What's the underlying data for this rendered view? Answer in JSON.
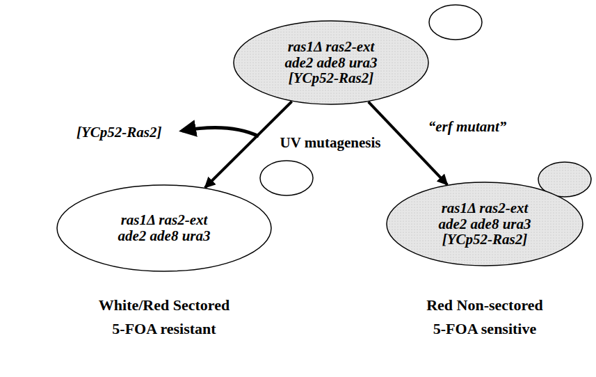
{
  "diagram": {
    "nodes": [
      {
        "text": [
          "ras1Δ ras2-ext",
          "ade2 ade8 ura3",
          "[YCp52-Ras2]"
        ]
      },
      {
        "text": [
          "ras1Δ ras2-ext",
          "ade2 ade8 ura3"
        ]
      },
      {
        "text": [
          "ras1Δ ras2-ext",
          "ade2 ade8 ura3",
          "[YCp52-Ras2]"
        ]
      }
    ],
    "edges": [
      {
        "from": 0,
        "to": 1,
        "arrow": "to"
      },
      {
        "from": 0,
        "to": 2,
        "arrow": "to",
        "label": "“erf mutant”"
      }
    ],
    "labels": [
      "[YCp52-Ras2]",
      "UV mutagenesis",
      "White/Red Sectored",
      "5-FOA resistant",
      "Red Non-sectored",
      "5-FOA sensitive"
    ]
  }
}
